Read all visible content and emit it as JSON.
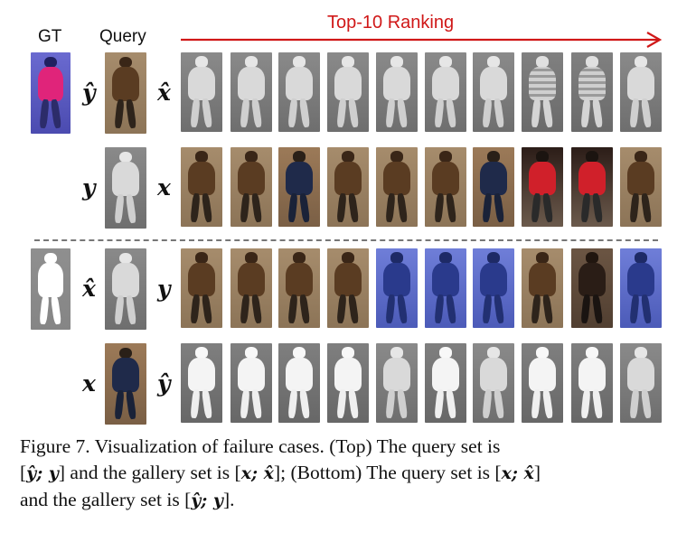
{
  "header": {
    "gt_label": "GT",
    "query_label": "Query",
    "ranking_title": "Top-10 Ranking"
  },
  "colors": {
    "arrow": "#d01818",
    "ranking_title": "#d01818",
    "divider": "#777777"
  },
  "rows": [
    {
      "name": "top-infrared-query",
      "query_symbol": "ŷ",
      "gallery_symbol": "x̂",
      "gt": "color-red",
      "query": "brown",
      "ranking": [
        "ir",
        "ir",
        "ir",
        "ir",
        "ir",
        "ir",
        "ir",
        "ir-stripe",
        "ir-stripe",
        "ir"
      ]
    },
    {
      "name": "top-visible-query",
      "query_symbol": "y",
      "gallery_symbol": "x",
      "gt": null,
      "query": "ir",
      "ranking": [
        "brown",
        "brown",
        "navy",
        "brown",
        "brown",
        "brown",
        "navy",
        "red",
        "red",
        "brown"
      ]
    },
    {
      "name": "bottom-generated-query",
      "query_symbol": "x̂",
      "gallery_symbol": "y",
      "gt": "mask",
      "query": "ir",
      "ranking": [
        "brown",
        "brown",
        "brown",
        "brown",
        "blue",
        "blue",
        "blue",
        "brown",
        "dark",
        "blue"
      ]
    },
    {
      "name": "bottom-real-query",
      "query_symbol": "x",
      "gallery_symbol": "ŷ",
      "gt": null,
      "query": "navy",
      "ranking": [
        "ir-bright",
        "ir-bright",
        "ir-bright",
        "ir-bright",
        "ir",
        "ir-bright",
        "ir",
        "ir-bright",
        "ir-bright",
        "ir"
      ]
    }
  ],
  "caption": {
    "line1": "Figure 7. Visualization of failure cases.  (Top) The query set is",
    "line2_a": "[",
    "line2_m1": "ŷ; y",
    "line2_b": "] and the gallery set is [",
    "line2_m2": "x; x̂",
    "line2_c": "]; (Bottom) The query set is [",
    "line2_m3": "x; x̂",
    "line2_d": "]",
    "line3_a": "and the gallery set is [",
    "line3_m": "ŷ; y",
    "line3_b": "]."
  }
}
